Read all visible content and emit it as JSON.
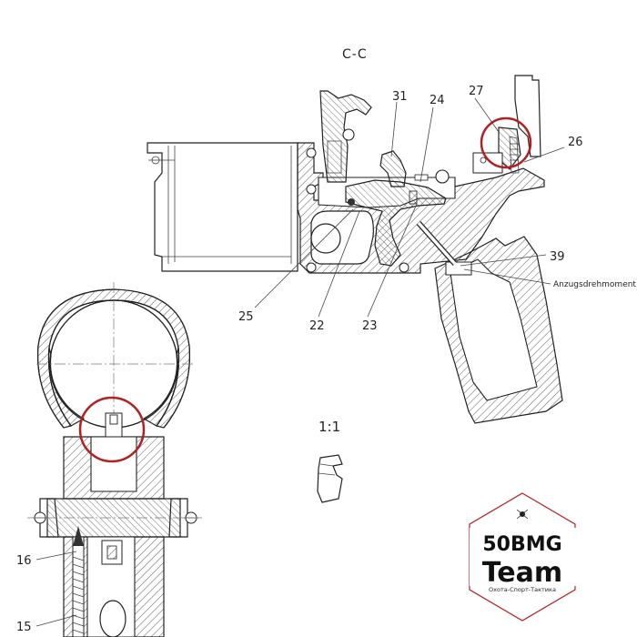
{
  "section_title": "C-C",
  "scale_label": "1:1",
  "callouts": {
    "c31": "31",
    "c24": "24",
    "c27": "27",
    "c26": "26",
    "c39": "39",
    "torque": "Anzugsdrehmoment",
    "c25": "25",
    "c22": "22",
    "c23": "23",
    "c16": "16",
    "c15": "15"
  },
  "logo": {
    "line1": "50BMG",
    "line2": "Team",
    "tagline": "Охота-Спорт-Тактика"
  },
  "colors": {
    "line": "#222222",
    "highlight": "#b32020",
    "background": "#ffffff"
  }
}
